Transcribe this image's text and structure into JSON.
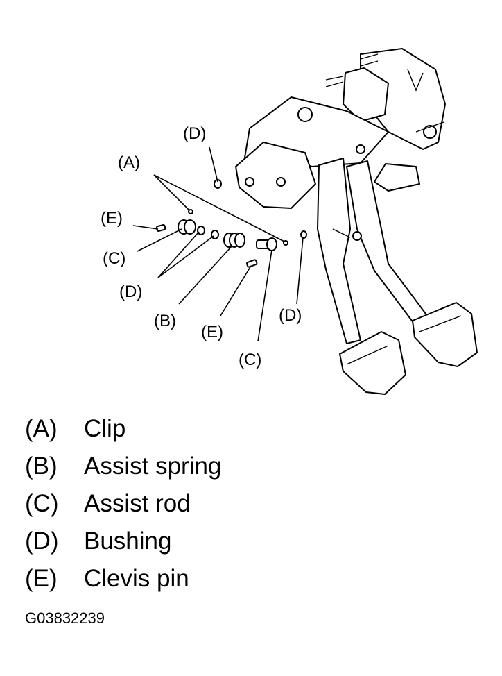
{
  "callouts": {
    "a": "(A)",
    "b": "(B)",
    "c": "(C)",
    "d": "(D)",
    "e": "(E)"
  },
  "legend": [
    {
      "code": "(A)",
      "text": "Clip"
    },
    {
      "code": "(B)",
      "text": "Assist spring"
    },
    {
      "code": "(C)",
      "text": "Assist rod"
    },
    {
      "code": "(D)",
      "text": "Bushing"
    },
    {
      "code": "(E)",
      "text": "Clevis pin"
    }
  ],
  "figure_id": "G03832239"
}
